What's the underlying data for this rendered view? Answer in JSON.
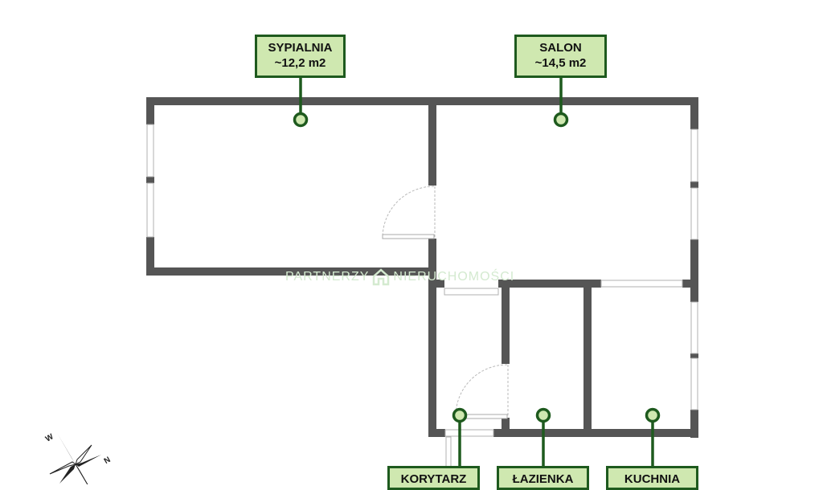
{
  "rooms": [
    {
      "id": "sypialnia",
      "name": "SYPIALNIA",
      "area": "~12,2 m2"
    },
    {
      "id": "salon",
      "name": "SALON",
      "area": "~14,5 m2"
    },
    {
      "id": "korytarz",
      "name": "KORYTARZ",
      "area": ""
    },
    {
      "id": "lazienka",
      "name": "ŁAZIENKA",
      "area": ""
    },
    {
      "id": "kuchnia",
      "name": "KUCHNIA",
      "area": ""
    }
  ],
  "watermark": {
    "left": "PARTNERZY",
    "right": "NIERUCHOMOŚCI",
    "icon": "house-icon"
  },
  "compass": {
    "label_w": "W",
    "label_n": "N",
    "icon": "compass-icon"
  },
  "colors": {
    "label_fill": "#cfe8b0",
    "label_border": "#1e5a1e",
    "wall": "#555555",
    "watermark": "#d4ead0"
  }
}
